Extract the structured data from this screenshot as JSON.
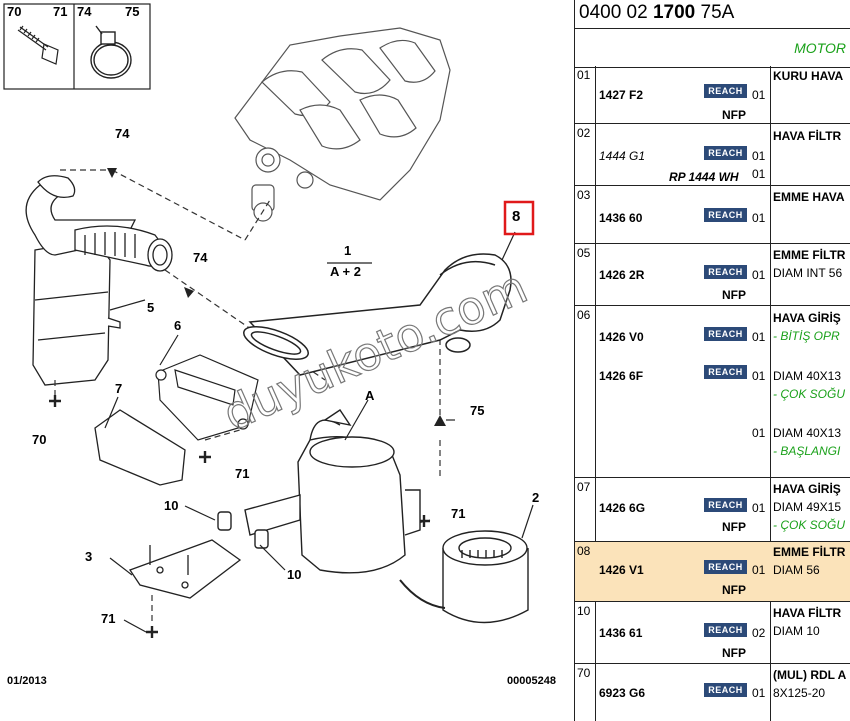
{
  "diagram": {
    "inset_labels": [
      "70",
      "71",
      "74",
      "75"
    ],
    "callouts": {
      "n74a": "74",
      "n74b": "74",
      "n5": "5",
      "n6": "6",
      "n7": "7",
      "n70": "70",
      "n71a": "71",
      "n71b": "71",
      "n71c": "71",
      "n10a": "10",
      "n10b": "10",
      "n3": "3",
      "n2": "2",
      "n75": "75",
      "nA": "A",
      "n1": "1",
      "n1sub": "A + 2",
      "n8": "8"
    },
    "footer_left": "01/2013",
    "footer_right": "00005248",
    "watermark": "duyukoto.com",
    "highlight_color": "#e0191a"
  },
  "header": {
    "ref_part1": "0400 02",
    "ref_part2": "1700",
    "ref_part3": "75A",
    "motor_label": "MOTOR"
  },
  "reach_badge": "REACH",
  "rows": [
    {
      "num": "01",
      "code": "1427 F2",
      "qty": "01",
      "nfp": "NFP",
      "desc": "KURU HAVA"
    },
    {
      "num": "02",
      "code": "1444 G1",
      "code_italic": true,
      "qty": "01",
      "qty2": "01",
      "rp": "RP 1444 WH",
      "desc": "HAVA FİLTR"
    },
    {
      "num": "03",
      "code": "1436 60",
      "qty": "01",
      "desc": "EMME HAVA"
    },
    {
      "num": "05",
      "code": "1426 2R",
      "qty": "01",
      "nfp": "NFP",
      "desc": "EMME FİLTR",
      "desc2": "DIAM INT 56"
    },
    {
      "num": "06",
      "code": "1426 V0",
      "qty": "01",
      "desc": "HAVA GİRİŞ",
      "desc2": "- BİTİŞ OPR",
      "code_b": "1426 6F",
      "qty_b": "01",
      "desc_b1": "DIAM 40X13",
      "desc_b2": "- ÇOK SOĞU",
      "qty_c": "01",
      "desc_c1": "DIAM 40X13",
      "desc_c2": "- BAŞLANGI"
    },
    {
      "num": "07",
      "code": "1426 6G",
      "qty": "01",
      "nfp": "NFP",
      "desc": "HAVA GİRİŞ",
      "desc2": "DIAM 49X15",
      "desc3": "- ÇOK SOĞU"
    },
    {
      "num": "08",
      "code": "1426 V1",
      "qty": "01",
      "nfp": "NFP",
      "desc": "EMME FİLTR",
      "desc2": "DIAM 56",
      "selected": true
    },
    {
      "num": "10",
      "code": "1436 61",
      "qty": "02",
      "nfp": "NFP",
      "desc": "HAVA FİLTR",
      "desc2": "DIAM 10"
    },
    {
      "num": "70",
      "code": "6923 G6",
      "qty": "01",
      "desc": "(MUL) RDL A",
      "desc2": "8X125-20"
    }
  ]
}
